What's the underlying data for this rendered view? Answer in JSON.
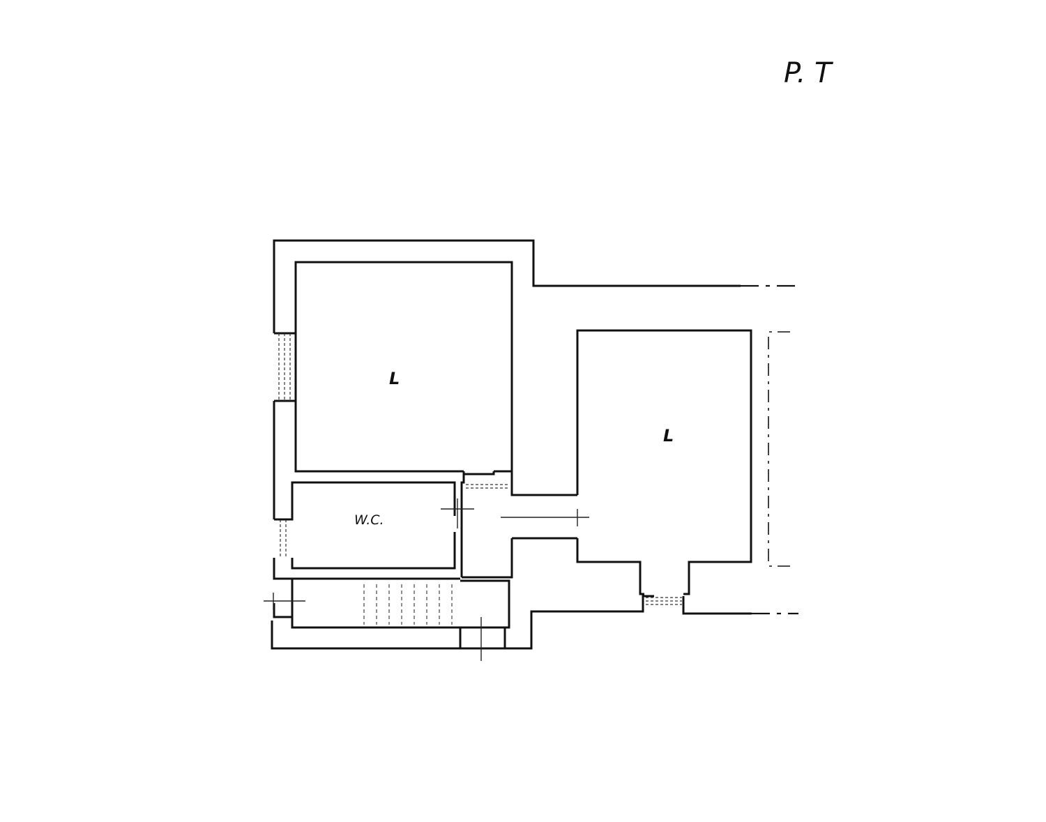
{
  "floor_label": "P. T",
  "rooms": {
    "room_left": "L",
    "room_right": "L",
    "wc": "W.C."
  }
}
